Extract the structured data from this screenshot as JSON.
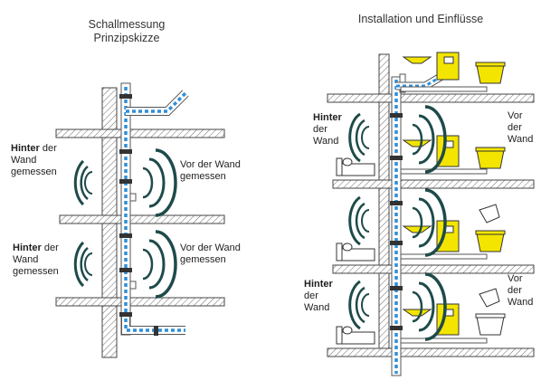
{
  "left": {
    "title_line1": "Schallmessung",
    "title_line2": "Prinzipskizze",
    "behind_top": {
      "bold": "Hinter",
      "rest": " der",
      "line2": "Wand",
      "line3": "gemessen"
    },
    "front_top": {
      "line1": "Vor der Wand",
      "line2": "gemessen"
    },
    "behind_bottom": {
      "bold": "Hinter",
      "rest": " der",
      "line2": "Wand",
      "line3": "gemessen"
    },
    "front_bottom": {
      "line1": "Vor der Wand",
      "line2": "gemessen"
    }
  },
  "right": {
    "title": "Installation und Einflüsse",
    "behind_top": {
      "line1": "Hinter",
      "line2": "der",
      "line3": "Wand"
    },
    "front_top": {
      "line1": "Vor",
      "line2": "der",
      "line3": "Wand"
    },
    "behind_bottom": {
      "line1": "Hinter",
      "line2": "der",
      "line3": "Wand"
    },
    "front_bottom": {
      "line1": "Vor",
      "line2": "der",
      "line3": "Wand"
    }
  },
  "colors": {
    "wall_hatch": "#6a6a6a",
    "pipe_blue": "#2f8fd8",
    "sound_wave": "#1e4b4a",
    "fixture_yellow": "#f3e500",
    "outline": "#333333"
  }
}
